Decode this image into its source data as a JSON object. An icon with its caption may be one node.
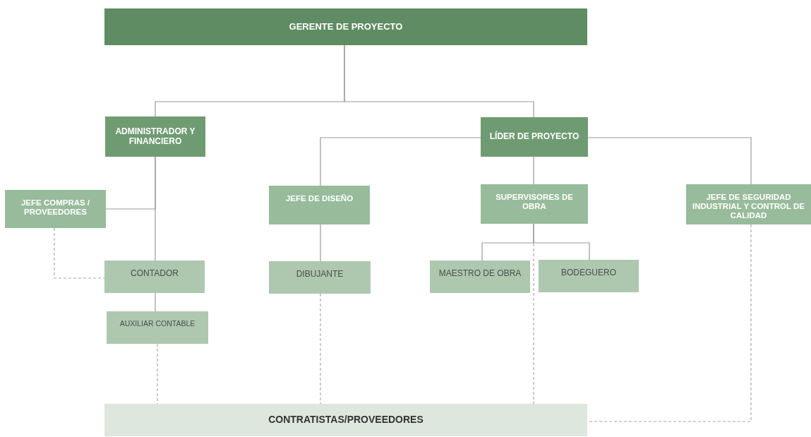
{
  "diagram": {
    "nodes": [
      {
        "text": [
          "GERENTE DE PROYECTO"
        ]
      },
      {
        "text": [
          "ADMINISTRADOR Y FINANCIERO"
        ]
      },
      {
        "text": [
          "LÍDER DE PROYECTO"
        ]
      },
      {
        "text": [
          "JEFE COMPRAS / PROVEEDORES"
        ]
      },
      {
        "text": [
          "JEFE DE DISEÑO"
        ]
      },
      {
        "text": [
          "SUPERVISORES DE OBRA"
        ]
      },
      {
        "text": [
          "JEFE DE SEGURIDAD INDUSTRIAL Y CONTROL DE CALIDAD"
        ]
      },
      {
        "text": [
          "CONTADOR"
        ]
      },
      {
        "text": [
          "DIBUJANTE"
        ]
      },
      {
        "text": [
          "MAESTRO DE OBRA"
        ]
      },
      {
        "text": [
          "BODEGUERO"
        ]
      },
      {
        "text": [
          "AUXILIAR CONTABLE"
        ]
      },
      {
        "text": [
          "CONTRATISTAS/PROVEEDORES"
        ]
      }
    ],
    "edges": [
      {
        "from": 0,
        "to": 1,
        "arrow": "none"
      },
      {
        "from": 0,
        "to": 2,
        "arrow": "none"
      },
      {
        "from": 1,
        "to": 3,
        "arrow": "none"
      },
      {
        "from": 1,
        "to": 7,
        "arrow": "none"
      },
      {
        "from": 7,
        "to": 11,
        "arrow": "none"
      },
      {
        "from": 2,
        "to": 4,
        "arrow": "none"
      },
      {
        "from": 2,
        "to": 5,
        "arrow": "none"
      },
      {
        "from": 2,
        "to": 6,
        "arrow": "none"
      },
      {
        "from": 4,
        "to": 8,
        "arrow": "none"
      },
      {
        "from": 5,
        "to": 9,
        "arrow": "none"
      },
      {
        "from": 5,
        "to": 10,
        "arrow": "none"
      },
      {
        "from": 3,
        "to": 7,
        "arrow": "none",
        "style": "dashed"
      },
      {
        "from": 11,
        "to": 12,
        "arrow": "none",
        "style": "dashed"
      },
      {
        "from": 8,
        "to": 12,
        "arrow": "none",
        "style": "dashed"
      },
      {
        "from": 5,
        "to": 12,
        "arrow": "none",
        "style": "dashed"
      },
      {
        "from": 6,
        "to": 12,
        "arrow": "none",
        "style": "dashed"
      }
    ]
  }
}
